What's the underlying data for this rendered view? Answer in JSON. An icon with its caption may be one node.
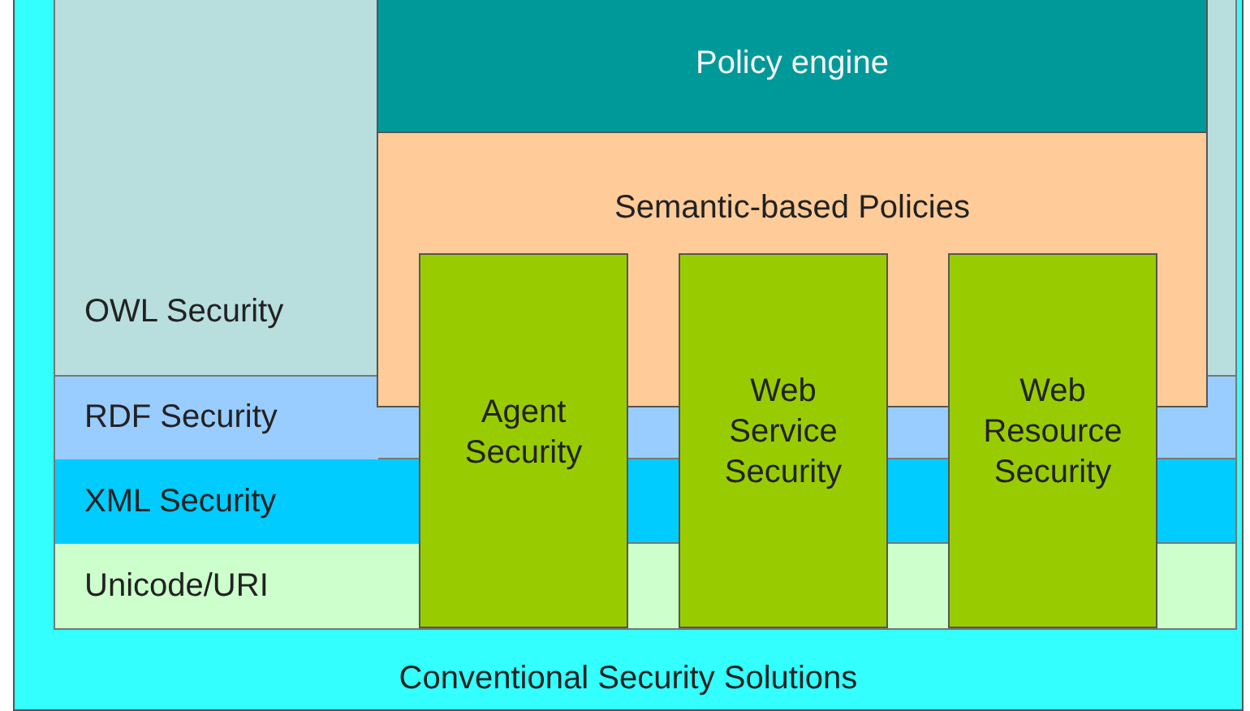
{
  "diagram": {
    "nodes": [
      {
        "text": [
          "Conventional Security Solutions"
        ]
      },
      {
        "text": [
          "OWL Security"
        ],
        "in": 0
      },
      {
        "text": [
          "RDF Security"
        ],
        "in": 0
      },
      {
        "text": [
          "XML Security"
        ],
        "in": 0
      },
      {
        "text": [
          "Unicode/URI"
        ],
        "in": 0
      },
      {
        "text": [
          "Policy engine"
        ],
        "in": 0
      },
      {
        "text": [
          "Semantic-based Policies"
        ],
        "in": 0
      },
      {
        "text": [
          "Agent Security"
        ],
        "in": 0
      },
      {
        "text": [
          "Web Service Security"
        ],
        "in": 0
      },
      {
        "text": [
          "Web Resource Security"
        ],
        "in": 0
      }
    ]
  }
}
